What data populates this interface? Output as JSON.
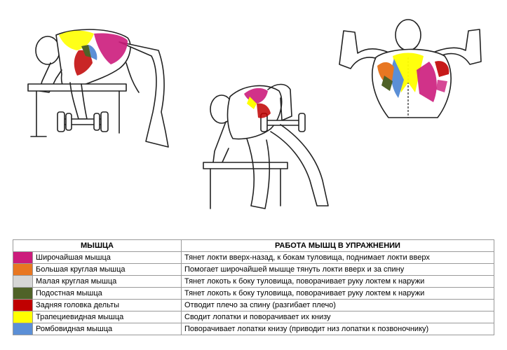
{
  "table": {
    "header_muscle": "МЫШЦА",
    "header_action": "РАБОТА МЫШЦ В УПРАЖНЕНИИ",
    "rows": [
      {
        "color": "#cc1c7c",
        "name": "Широчайшая мышца",
        "action": "Тянет локти вверх-назад,  к бокам туловища, поднимает локти вверх"
      },
      {
        "color": "#e87722",
        "name": "Большая круглая мышца",
        "action": "Помогает широчайшей мышце тянуть локти вверх и за спину"
      },
      {
        "color": "#d6d6d6",
        "name": "Малая круглая мышца",
        "action": "Тянет локоть к боку туловища, поворачивает  руку локтем к наружи"
      },
      {
        "color": "#4f6228",
        "name": "Подостная мышца",
        "action": "Тянет локоть к боку туловища, поворачивает  руку локтем к наружи"
      },
      {
        "color": "#c00000",
        "name": "Задняя головка дельты",
        "action": "Отводит плечо за спину (разгибает плечо)"
      },
      {
        "color": "#ffff00",
        "name": "Трапециевидная мышца",
        "action": "Сводит лопатки и поворачивает их книзу"
      },
      {
        "color": "#5b8fd6",
        "name": "Ромбовидная мышца",
        "action": "Поворачивает лопатки книзу (приводит низ лопатки к позвоночнику)"
      }
    ]
  }
}
